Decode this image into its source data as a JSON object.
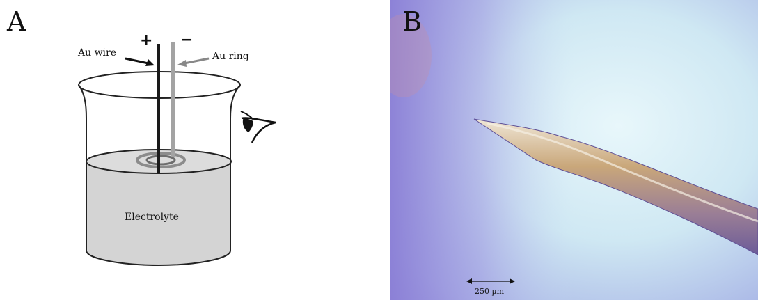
{
  "panel_a": {
    "letter": "A",
    "plus_sign": "+",
    "minus_sign": "−",
    "wire_label": "Au wire",
    "ring_label": "Au ring",
    "electrolyte_label": "Electrolyte",
    "wire_color": "#1a1a1a",
    "ring_electrode_color": "#a3a3a3",
    "electrolyte_color": "#d4d4d4",
    "observer_icon": "eye-icon"
  },
  "panel_b": {
    "letter": "B",
    "scale_bar_label": "250 µm",
    "background_color": "#cfe8f3",
    "tip_color": "#c9a77a"
  }
}
